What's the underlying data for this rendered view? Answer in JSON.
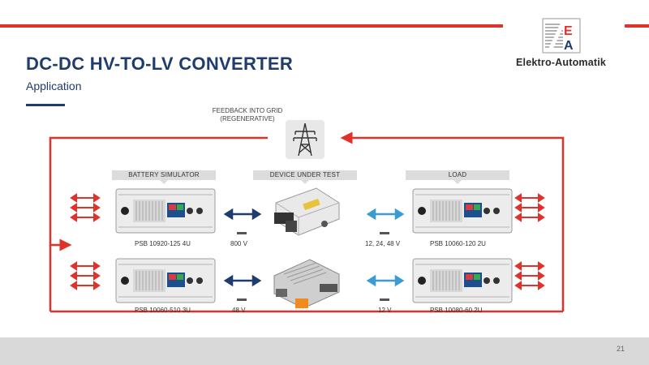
{
  "header": {
    "title": "DC-DC HV-TO-LV CONVERTER",
    "subtitle": "Application",
    "logo_text": "Elektro-Automatik"
  },
  "diagram": {
    "grid_caption_line1": "FEEDBACK INTO GRID",
    "grid_caption_line2": "(REGENERATIVE)",
    "tags": {
      "battery": "BATTERY SIMULATOR",
      "dut": "DEVICE UNDER TEST",
      "load": "LOAD"
    },
    "devices": {
      "psb_top": "PSB 10920-125 4U",
      "psb_bottom": "PSB 10060-510 3U",
      "load_top": "PSB 10060-120 2U",
      "load_bottom": "PSB 10080-60 2U"
    },
    "voltages": {
      "top_left": "800 V",
      "bottom_left": "48 V",
      "top_right": "12, 24, 48 V",
      "bottom_right": "12 V"
    }
  },
  "footer": {
    "page_number": "21"
  },
  "colors": {
    "accent": "#e0322b",
    "navy": "#1f3c6e",
    "blue_arrow": "#3a9bd5",
    "dark_arrow": "#1f3c6e"
  }
}
